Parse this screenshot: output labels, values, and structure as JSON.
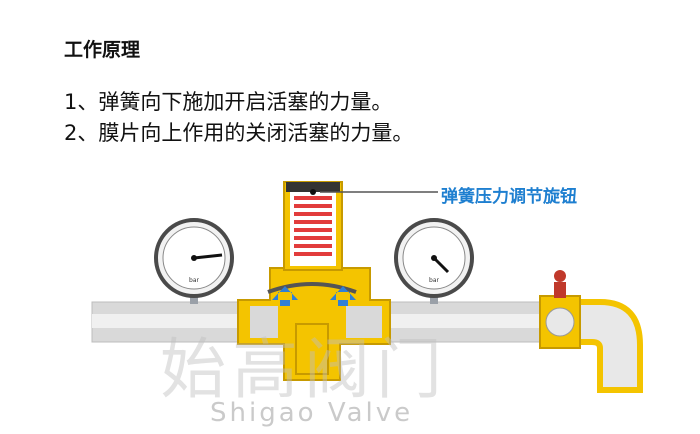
{
  "heading": "工作原理",
  "points": [
    "1、弹簧向下施加开启活塞的力量。",
    "2、膜片向上作用的关闭活塞的力量。"
  ],
  "callout": "弹簧压力调节旋钮",
  "gauge_unit": "bar",
  "watermark": {
    "cn": "始高阀门",
    "en": "Shigao Valve"
  },
  "colors": {
    "brass": "#f4c400",
    "spring": "#e23c3c",
    "pipe": "#d9d9d9",
    "arrow": "#2f7fd6",
    "callout": "#1e7fd0"
  }
}
